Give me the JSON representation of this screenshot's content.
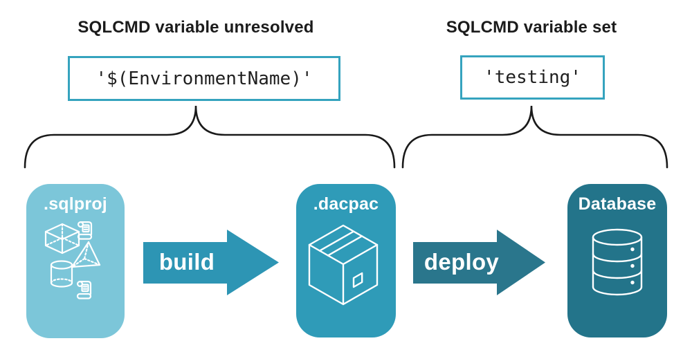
{
  "annotations": {
    "left": {
      "title": "SQLCMD variable unresolved",
      "code": "'$(EnvironmentName)'"
    },
    "right": {
      "title": "SQLCMD variable set",
      "code": "'testing'"
    }
  },
  "pipeline": {
    "stages": [
      {
        "label": ".sqlproj",
        "icon": "sql-objects-icon",
        "color": "#7cc6d9"
      },
      {
        "label": ".dacpac",
        "icon": "package-box-icon",
        "color": "#2f9bb8"
      },
      {
        "label": "Database",
        "icon": "database-cylinder-icon",
        "color": "#23748a"
      }
    ],
    "arrows": [
      {
        "label": "build",
        "color": "#2d95b4"
      },
      {
        "label": "deploy",
        "color": "#2a768c"
      }
    ]
  },
  "icons": {
    "sql_objects": [
      "scroll-icon",
      "cube-icon",
      "pyramid-icon",
      "cylinder-icon",
      "scroll-icon"
    ],
    "dacpac": "package-box-icon",
    "database": "database-cylinder-icon"
  },
  "colors": {
    "code_box_border": "#35a3be",
    "brace_stroke": "#1a1a1a",
    "heading_text": "#1b1b1b",
    "icon_stroke": "#ffffff"
  }
}
